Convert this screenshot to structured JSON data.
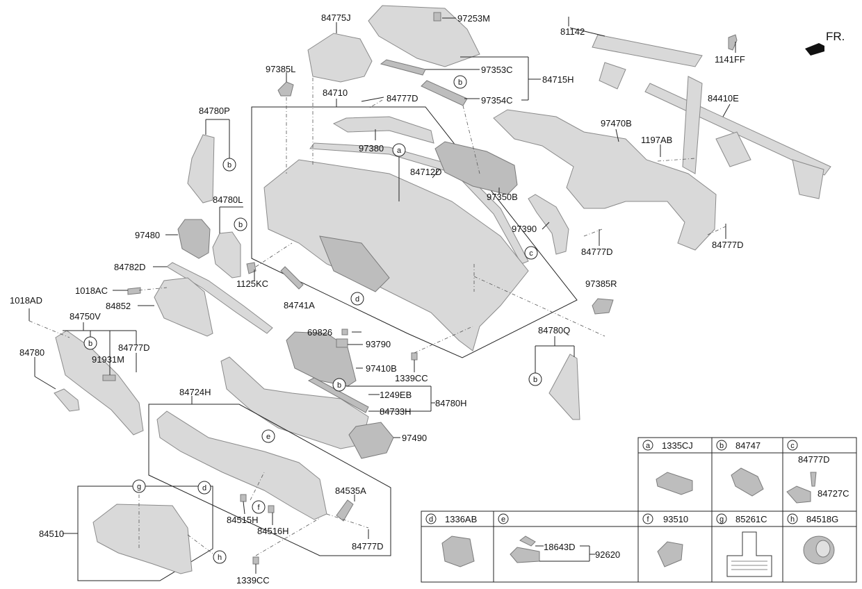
{
  "direction_label": "FR.",
  "labels": {
    "l84775J": "84775J",
    "l97253M": "97253M",
    "l81142": "81142",
    "l97385L": "97385L",
    "l97353C": "97353C",
    "l84715H": "84715H",
    "l97354C": "97354C",
    "l1141FF": "1141FF",
    "l84710": "84710",
    "l84777D_top": "84777D",
    "l84410E": "84410E",
    "l84780P": "84780P",
    "l97470B": "97470B",
    "l97380": "97380",
    "l84712D": "84712D",
    "l1197AB": "1197AB",
    "l84780L": "84780L",
    "l97350B": "97350B",
    "l97480": "97480",
    "l97390": "97390",
    "l84777D_mid": "84777D",
    "l84777D_right": "84777D",
    "l84782D": "84782D",
    "l1125KC": "1125KC",
    "l1018AC": "1018AC",
    "l97385R": "97385R",
    "l84741A": "84741A",
    "l1018AD": "1018AD",
    "l84852": "84852",
    "l84750V": "84750V",
    "l69826": "69826",
    "l93790": "93790",
    "l84780Q": "84780Q",
    "l84780": "84780",
    "l84777D_left": "84777D",
    "l91931M": "91931M",
    "l97410B": "97410B",
    "l1339CC_mid": "1339CC",
    "l1249EB": "1249EB",
    "l84780H": "84780H",
    "l84724H": "84724H",
    "l84733H": "84733H",
    "l97490": "97490",
    "l84535A": "84535A",
    "l84515H": "84515H",
    "l84516H": "84516H",
    "l84510": "84510",
    "l84777D_bottom": "84777D",
    "l1339CC_bottom": "1339CC"
  },
  "callouts": {
    "a": "a",
    "b": "b",
    "c": "c",
    "d": "d",
    "e": "e",
    "f": "f",
    "g": "g",
    "h": "h"
  },
  "legend": {
    "a": {
      "letter": "a",
      "part": "1335CJ"
    },
    "b": {
      "letter": "b",
      "part": "84747"
    },
    "c": {
      "letter": "c",
      "sub1": "84777D",
      "sub2": "84727C"
    },
    "d": {
      "letter": "d",
      "part": "1336AB"
    },
    "e": {
      "letter": "e",
      "sub1": "18643D",
      "sub2": "92620"
    },
    "f": {
      "letter": "f",
      "part": "93510"
    },
    "g": {
      "letter": "g",
      "part": "85261C"
    },
    "h": {
      "letter": "h",
      "part": "84518G"
    }
  }
}
